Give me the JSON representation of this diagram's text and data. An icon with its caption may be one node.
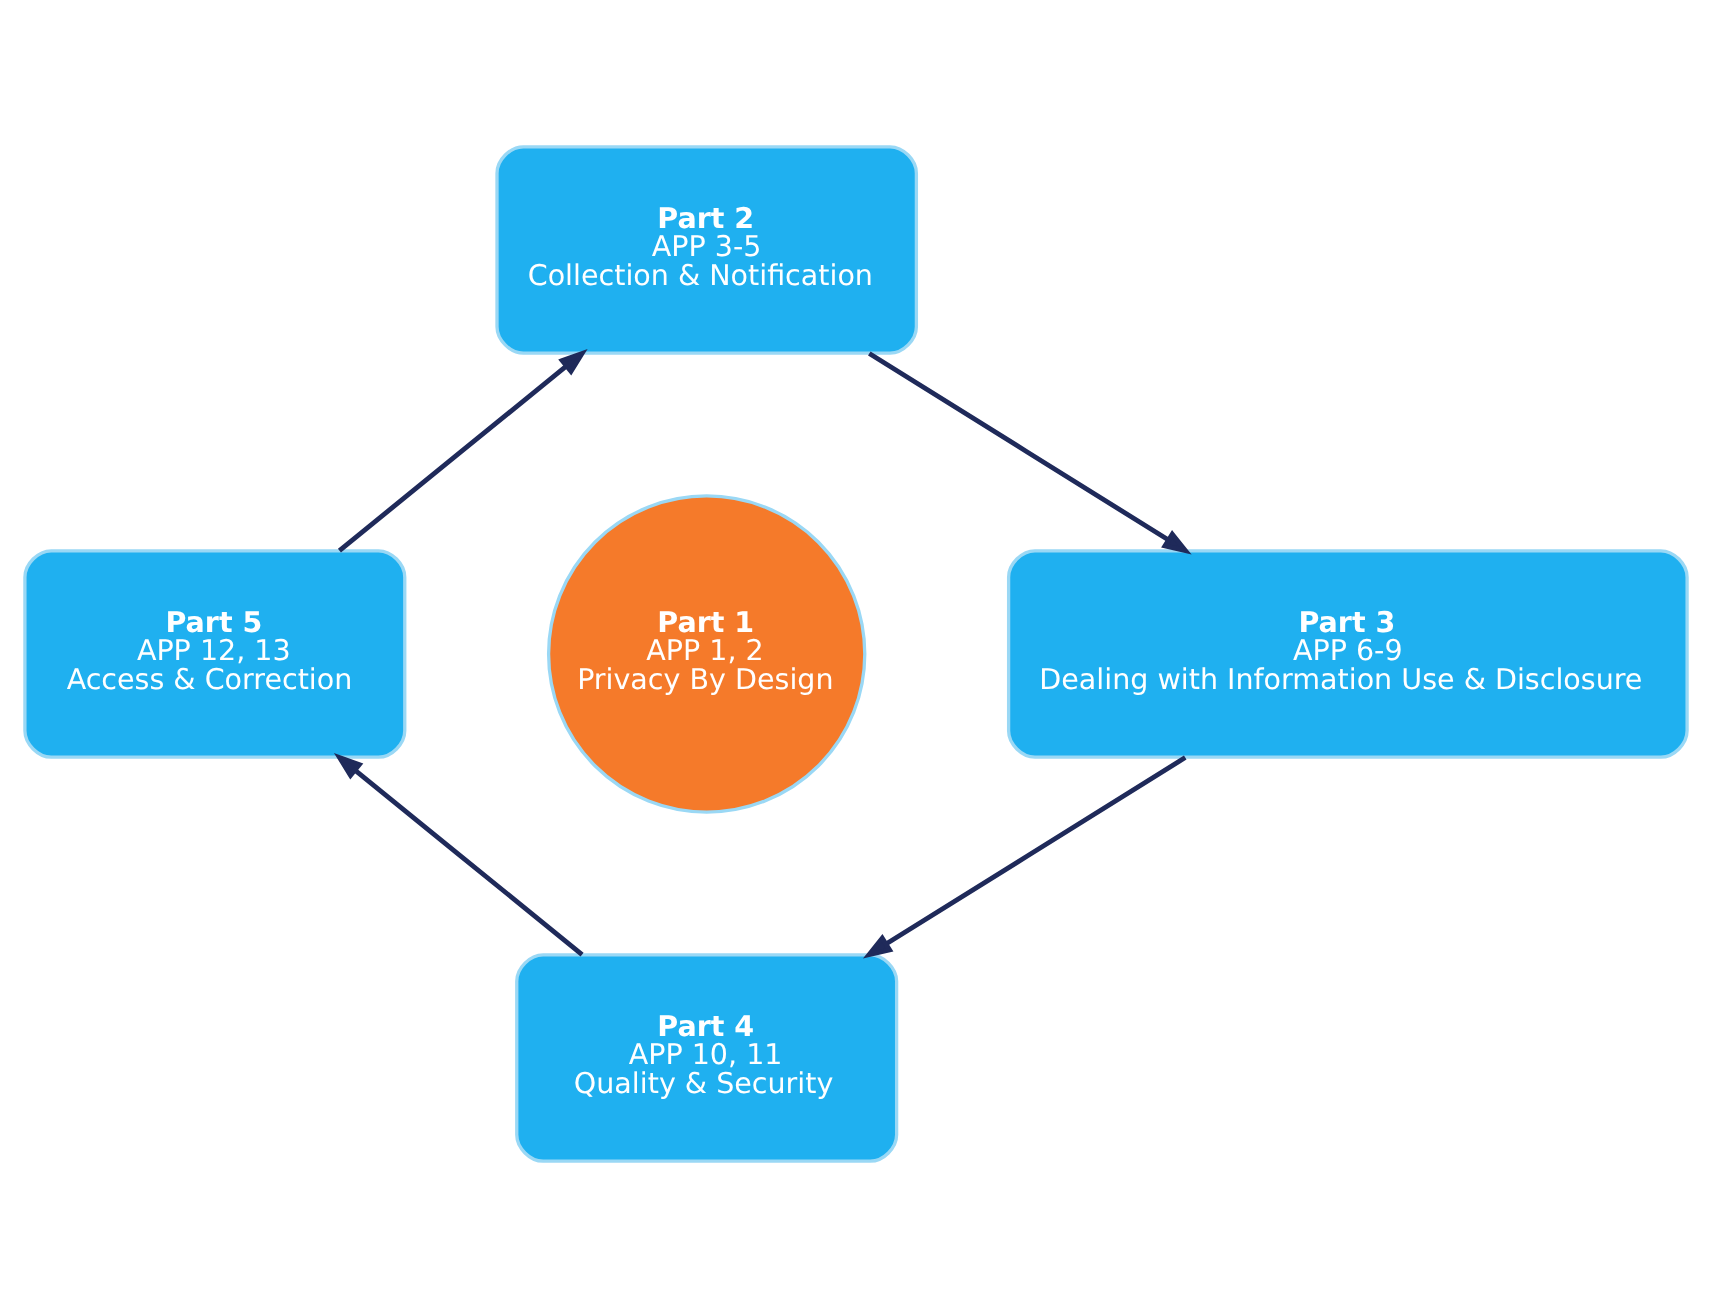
{
  "diagram": {
    "nodes": [
      {
        "text": [
          "Part 2",
          "APP 3-5",
          "Collection & Notification"
        ]
      },
      {
        "text": [
          "Part 5",
          "APP 12, 13",
          "Access & Correction"
        ]
      },
      {
        "text": [
          "Part 1",
          "APP 1, 2",
          "Privacy By Design"
        ]
      },
      {
        "text": [
          "Part 3",
          "APP 6-9",
          "Dealing with Information Use & Disclosure"
        ]
      },
      {
        "text": [
          "Part 4",
          "APP 10, 11",
          "Quality & Security"
        ]
      }
    ],
    "edges": [
      {
        "from": 0,
        "to": 3,
        "arrow": "to"
      },
      {
        "from": 3,
        "to": 4,
        "arrow": "to"
      },
      {
        "from": 4,
        "to": 1,
        "arrow": "to"
      },
      {
        "from": 1,
        "to": 0,
        "arrow": "to"
      }
    ]
  }
}
